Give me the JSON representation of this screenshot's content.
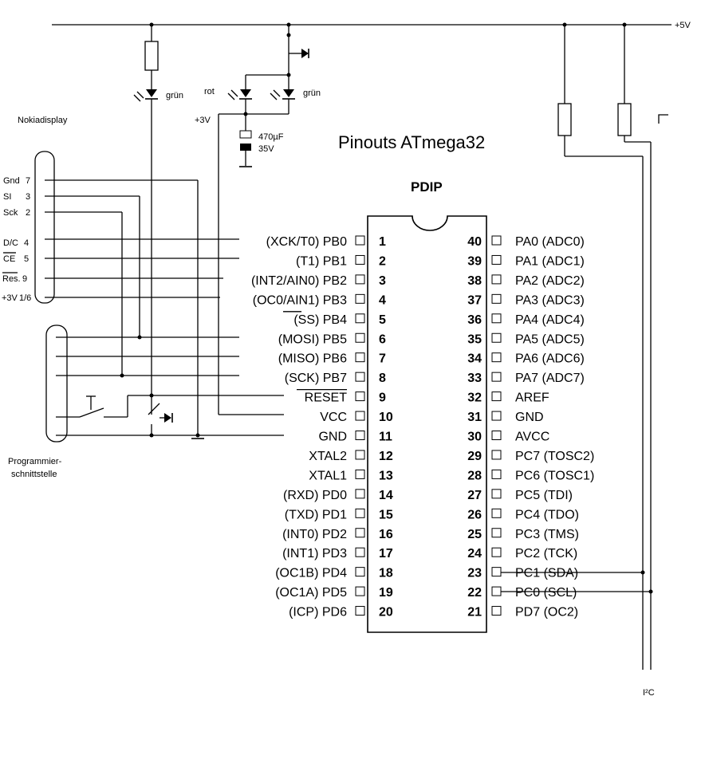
{
  "title": "Pinouts ATmega32",
  "package": "PDIP",
  "supply": {
    "plus5": "+5V",
    "plus3": "+3V"
  },
  "leds": {
    "green": "grün",
    "red": "rot"
  },
  "capacitor": {
    "value": "470µF",
    "voltage": "35V"
  },
  "nokia": {
    "title": "Nokiadisplay",
    "pins": [
      {
        "name": "Gnd",
        "num": "7"
      },
      {
        "name": "SI",
        "num": "3"
      },
      {
        "name": "Sck",
        "num": "2"
      },
      {
        "name": "D/C",
        "num": "4"
      },
      {
        "name": "CE",
        "num": "5"
      },
      {
        "name": "Res.",
        "num": "9"
      },
      {
        "name": "+3V",
        "num": "1/6"
      }
    ]
  },
  "programmer": {
    "line1": "Programmier-",
    "line2": "schnittstelle"
  },
  "i2c_label": "I²C",
  "left_pins": [
    {
      "alt": "(XCK/T0)",
      "port": "PB0",
      "num": "1"
    },
    {
      "alt": "(T1)",
      "port": "PB1",
      "num": "2"
    },
    {
      "alt": "(INT2/AIN0)",
      "port": "PB2",
      "num": "3"
    },
    {
      "alt": "(OC0/AIN1)",
      "port": "PB3",
      "num": "4"
    },
    {
      "alt": "(SS)",
      "port": "PB4",
      "num": "5"
    },
    {
      "alt": "(MOSI)",
      "port": "PB5",
      "num": "6"
    },
    {
      "alt": "(MISO)",
      "port": "PB6",
      "num": "7"
    },
    {
      "alt": "(SCK)",
      "port": "PB7",
      "num": "8"
    },
    {
      "alt": "",
      "port": "RESET",
      "num": "9"
    },
    {
      "alt": "",
      "port": "VCC",
      "num": "10"
    },
    {
      "alt": "",
      "port": "GND",
      "num": "11"
    },
    {
      "alt": "",
      "port": "XTAL2",
      "num": "12"
    },
    {
      "alt": "",
      "port": "XTAL1",
      "num": "13"
    },
    {
      "alt": "(RXD)",
      "port": "PD0",
      "num": "14"
    },
    {
      "alt": "(TXD)",
      "port": "PD1",
      "num": "15"
    },
    {
      "alt": "(INT0)",
      "port": "PD2",
      "num": "16"
    },
    {
      "alt": "(INT1)",
      "port": "PD3",
      "num": "17"
    },
    {
      "alt": "(OC1B)",
      "port": "PD4",
      "num": "18"
    },
    {
      "alt": "(OC1A)",
      "port": "PD5",
      "num": "19"
    },
    {
      "alt": "(ICP)",
      "port": "PD6",
      "num": "20"
    }
  ],
  "right_pins": [
    {
      "num": "40",
      "port": "PA0",
      "alt": "(ADC0)"
    },
    {
      "num": "39",
      "port": "PA1",
      "alt": "(ADC1)"
    },
    {
      "num": "38",
      "port": "PA2",
      "alt": "(ADC2)"
    },
    {
      "num": "37",
      "port": "PA3",
      "alt": "(ADC3)"
    },
    {
      "num": "36",
      "port": "PA4",
      "alt": "(ADC4)"
    },
    {
      "num": "35",
      "port": "PA5",
      "alt": "(ADC5)"
    },
    {
      "num": "34",
      "port": "PA6",
      "alt": "(ADC6)"
    },
    {
      "num": "33",
      "port": "PA7",
      "alt": "(ADC7)"
    },
    {
      "num": "32",
      "port": "AREF",
      "alt": ""
    },
    {
      "num": "31",
      "port": "GND",
      "alt": ""
    },
    {
      "num": "30",
      "port": "AVCC",
      "alt": ""
    },
    {
      "num": "29",
      "port": "PC7",
      "alt": "(TOSC2)"
    },
    {
      "num": "28",
      "port": "PC6",
      "alt": "(TOSC1)"
    },
    {
      "num": "27",
      "port": "PC5",
      "alt": "(TDI)"
    },
    {
      "num": "26",
      "port": "PC4",
      "alt": "(TDO)"
    },
    {
      "num": "25",
      "port": "PC3",
      "alt": "(TMS)"
    },
    {
      "num": "24",
      "port": "PC2",
      "alt": "(TCK)"
    },
    {
      "num": "23",
      "port": "PC1",
      "alt": "(SDA)"
    },
    {
      "num": "22",
      "port": "PC0",
      "alt": "(SCL)"
    },
    {
      "num": "21",
      "port": "PD7",
      "alt": "(OC2)"
    }
  ]
}
